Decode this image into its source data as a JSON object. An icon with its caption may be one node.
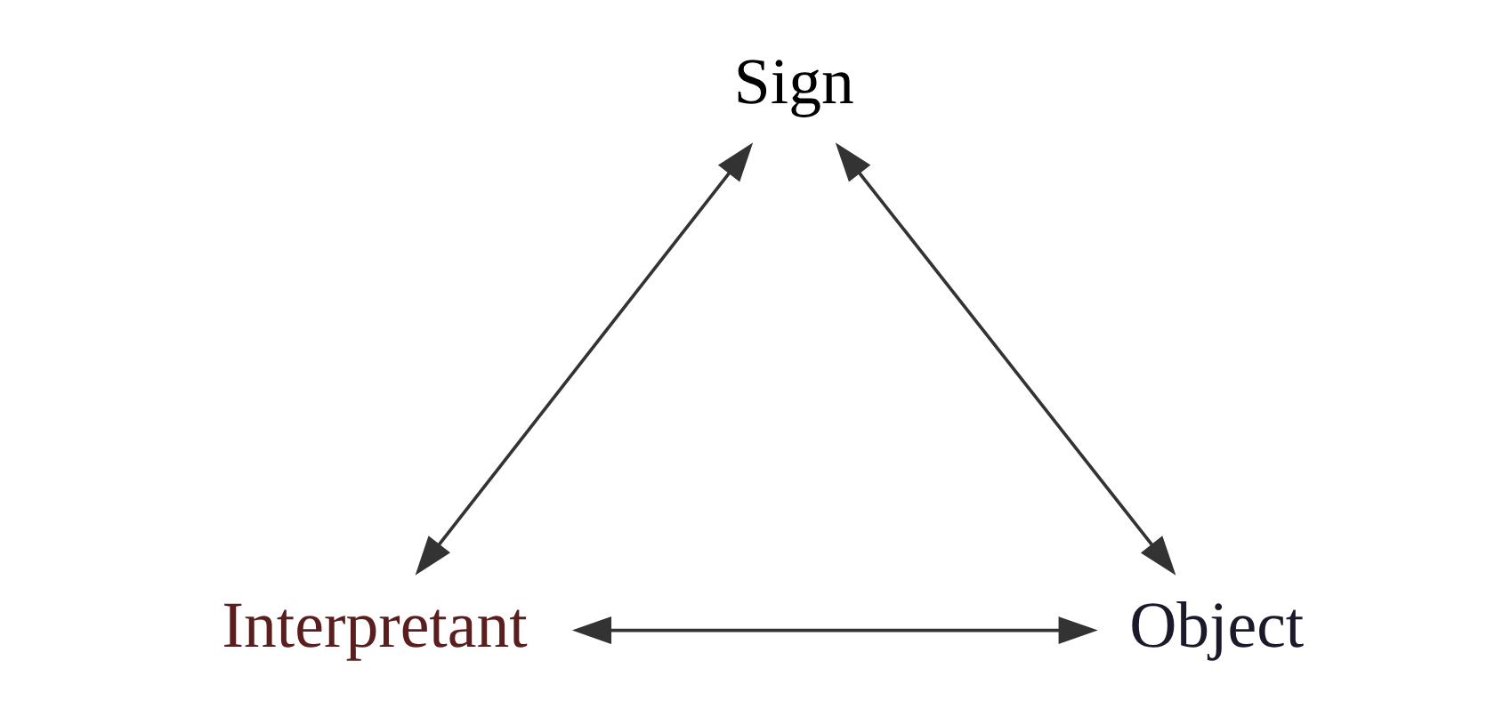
{
  "diagram": {
    "nodes": [
      {
        "text": [
          "Sign"
        ]
      },
      {
        "text": [
          "Interpretant"
        ]
      },
      {
        "text": [
          "Object"
        ]
      }
    ],
    "edges": [
      {
        "from": 0,
        "to": 1,
        "arrow": "both"
      },
      {
        "from": 0,
        "to": 2,
        "arrow": "both"
      },
      {
        "from": 1,
        "to": 2,
        "arrow": "both"
      }
    ]
  }
}
